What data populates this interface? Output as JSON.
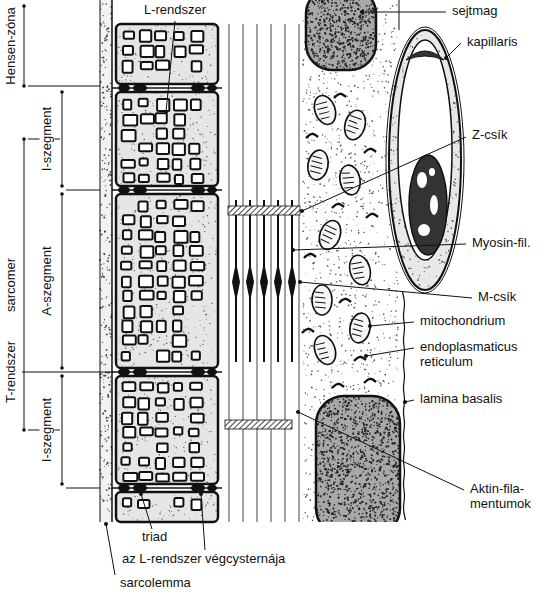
{
  "diagram": {
    "labels": [
      "L-rendszer",
      "Hensen-zóna",
      "sejtmag",
      "kapillaris",
      "I-szegment",
      "Z-csík",
      "sarcomer",
      "A-szegment",
      "Myosin-fil.",
      "M-csík",
      "mitochondrium",
      "T-rendszer",
      "endoplasmaticus reticulum",
      "lamina basalis",
      "I-szegment",
      "Aktin-fila- mentumok",
      "triad",
      "az L-rendszer végcysternája",
      "sarcolemma"
    ]
  }
}
